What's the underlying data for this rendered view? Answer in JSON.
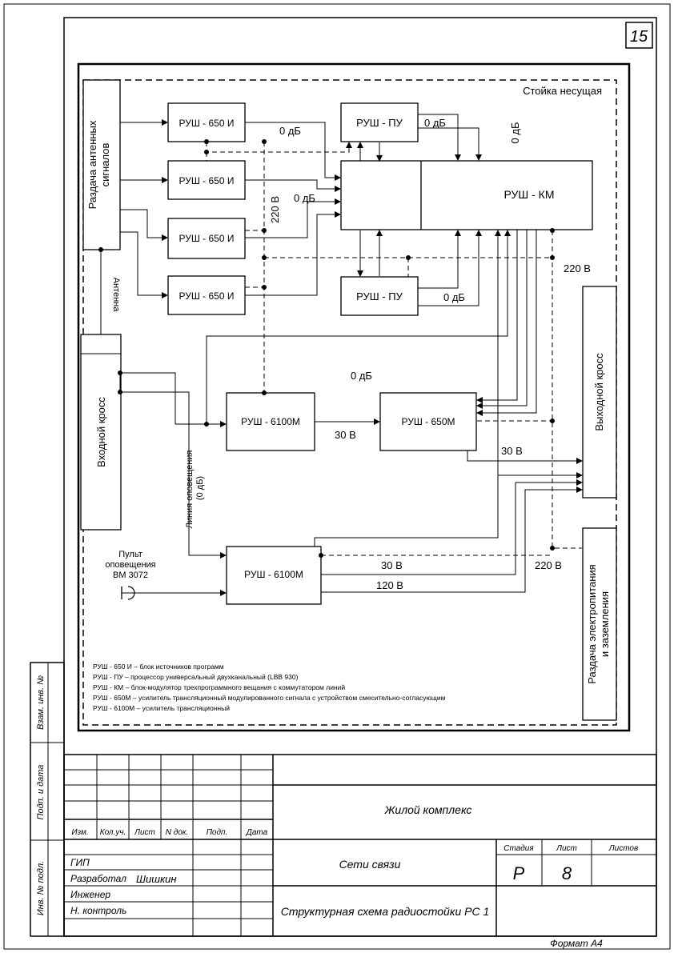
{
  "sheet": {
    "page_number": "15",
    "format": "Формат А4"
  },
  "left_strip": {
    "inv_podl": "Инв. № подл.",
    "podp_data": "Подп. и дата",
    "vzam_inv": "Взам. инв. №"
  },
  "diagram": {
    "frame_label": "Стойка несущая",
    "left_bar_top": "Раздача антенных сигналов",
    "left_bar_antenna": "Антенна",
    "left_bar_input": "Входной кросс",
    "right_bar_output": "Выходной кросс",
    "right_bar_power": "Раздача электропитания и заземления",
    "blocks": {
      "rush650i_1": "РУШ - 650 И",
      "rush650i_2": "РУШ - 650 И",
      "rush650i_3": "РУШ - 650 И",
      "rush650i_4": "РУШ - 650 И",
      "rushpu_top": "РУШ - ПУ",
      "rushpu_bottom": "РУШ - ПУ",
      "rushkm": "РУШ - КМ",
      "rush6100m_top": "РУШ - 6100М",
      "rush650m": "РУШ - 650М",
      "rush6100m_bottom": "РУШ - 6100М"
    },
    "labels": {
      "db1": "0 дБ",
      "db2": "0 дБ",
      "db3": "0 дБ",
      "db4": "0 дБ",
      "db5": "0 дБ",
      "db6": "0 дБ",
      "v220_vertical": "220 В",
      "v220_right": "220 В",
      "v220_bottom": "220 В",
      "v30_mid": "30 В",
      "v30_right": "30 В",
      "v30_bottom": "30 В",
      "v120_bottom": "120 В",
      "notify_line_1": "Линия оповещения",
      "notify_line_2": "(0 дБ)",
      "console_1": "Пульт",
      "console_2": "оповещения",
      "console_3": "ВМ 3072"
    },
    "legend": [
      "РУШ - 650 И – блок источников программ",
      "РУШ - ПУ – процессор универсальный двухканальный (LBB 930)",
      "РУШ - КМ – блок-модулятор трехпрограммного вещания с коммутатором линий",
      "РУШ - 650М – усилитель трансляционный модулированного сигнала с устройством смесительно-согласующим",
      "РУШ - 6100М – усилитель трансляционный"
    ]
  },
  "title_block": {
    "col_izm": "Изм.",
    "col_koluch": "Кол.уч.",
    "col_list": "Лист",
    "col_ndok": "N док.",
    "col_podp": "Подп.",
    "col_data": "Дата",
    "project": "Жилой комплекс",
    "section": "Сети связи",
    "sheet_title": "Структурная схема радиостойки РС 1",
    "h_stadia": "Стадия",
    "h_list": "Лист",
    "h_listov": "Листов",
    "stadia": "Р",
    "list": "8",
    "listov": "",
    "rows": [
      {
        "role": "ГИП",
        "name": ""
      },
      {
        "role": "Разработал",
        "name": "Шишкин"
      },
      {
        "role": "Инженер",
        "name": ""
      },
      {
        "role": "Н. контроль",
        "name": ""
      }
    ]
  }
}
